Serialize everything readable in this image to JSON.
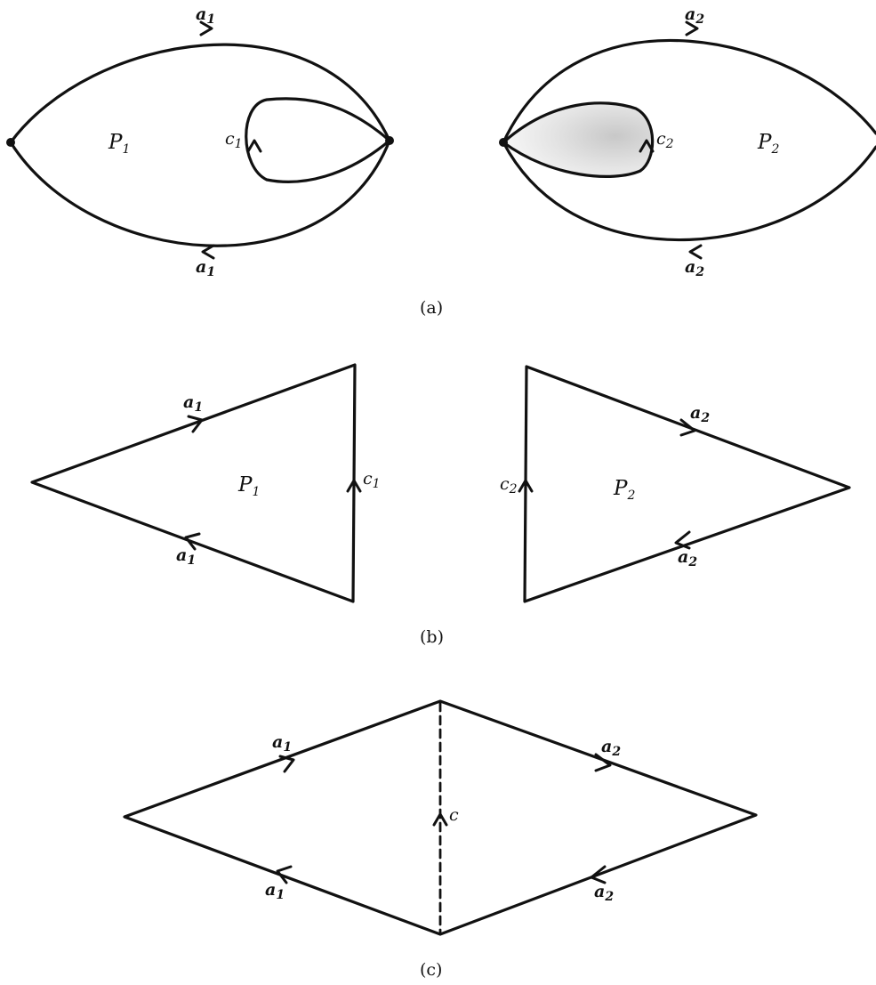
{
  "panel_a": {
    "caption": "(a)",
    "polygon_labels": [
      "P",
      "P"
    ],
    "polygon_subs": [
      "1",
      "2"
    ],
    "edges": {
      "a1_top": {
        "name": "a",
        "sub": "1"
      },
      "a1_bottom": {
        "name": "a",
        "sub": "1"
      },
      "c1": {
        "name": "c",
        "sub": "1"
      },
      "a2_top": {
        "name": "a",
        "sub": "2"
      },
      "a2_bottom": {
        "name": "a",
        "sub": "2"
      },
      "c2": {
        "name": "c",
        "sub": "2"
      }
    }
  },
  "panel_b": {
    "caption": "(b)",
    "polygon_labels": [
      "P",
      "P"
    ],
    "polygon_subs": [
      "1",
      "2"
    ],
    "edges": {
      "a1_top": {
        "name": "a",
        "sub": "1"
      },
      "a1_bottom": {
        "name": "a",
        "sub": "1"
      },
      "c1": {
        "name": "c",
        "sub": "1"
      },
      "a2_top": {
        "name": "a",
        "sub": "2"
      },
      "a2_bottom": {
        "name": "a",
        "sub": "2"
      },
      "c2": {
        "name": "c",
        "sub": "2"
      }
    }
  },
  "panel_c": {
    "caption": "(c)",
    "edges": {
      "a1_top": {
        "name": "a",
        "sub": "1"
      },
      "a1_bottom": {
        "name": "a",
        "sub": "1"
      },
      "c": {
        "name": "c"
      },
      "a2_top": {
        "name": "a",
        "sub": "2"
      },
      "a2_bottom": {
        "name": "a",
        "sub": "2"
      }
    }
  },
  "colors": {
    "stroke": "#111111",
    "shaded_region": "#d9d9d9"
  }
}
